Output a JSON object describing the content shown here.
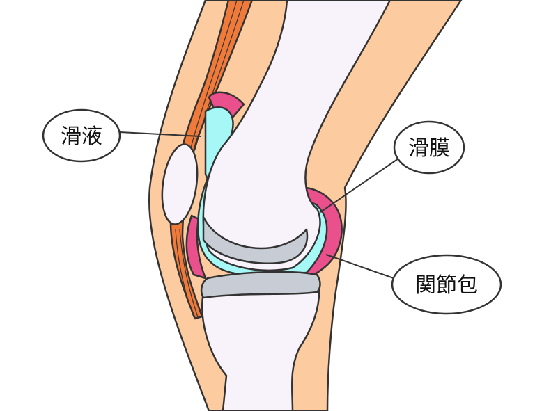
{
  "diagram": {
    "labels": {
      "synovial_fluid": "滑液",
      "synovial_membrane": "滑膜",
      "joint_capsule": "関節包"
    },
    "colors": {
      "skin": "#FCCBA0",
      "bone": "#F8F3FB",
      "cartilage": "#C8CCD4",
      "synovial_fluid": "#A6F8F6",
      "capsule": "#E9508C",
      "muscle": "#F07A3A",
      "outline": "#333333"
    }
  }
}
